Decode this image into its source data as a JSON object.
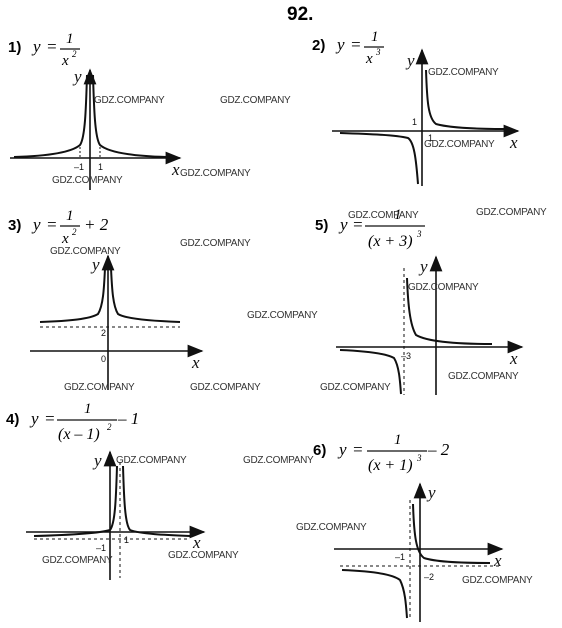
{
  "page_number": "92.",
  "watermark": "GDZ.COMPANY",
  "problems": [
    {
      "num": "1)",
      "y": "y",
      "eq_sign": "=",
      "numerator": "1",
      "denominator": "x",
      "denominator_exp": "2",
      "tail": "",
      "x_axis": "x",
      "y_axis": "y",
      "ticks": [
        "–1",
        "1"
      ]
    },
    {
      "num": "2)",
      "y": "y",
      "eq_sign": "=",
      "numerator": "1",
      "denominator": "x",
      "denominator_exp": "3",
      "tail": "",
      "x_axis": "x",
      "y_axis": "y",
      "ticks": [
        "1",
        "1"
      ]
    },
    {
      "num": "3)",
      "y": "y",
      "eq_sign": "=",
      "numerator": "1",
      "denominator": "x",
      "denominator_exp": "2",
      "tail": "+ 2",
      "x_axis": "x",
      "y_axis": "y",
      "ticks": [
        "2",
        "0"
      ]
    },
    {
      "num": "4)",
      "y": "y",
      "eq_sign": "=",
      "numerator": "1",
      "denominator": "(x – 1)",
      "denominator_exp": "2",
      "tail": "– 1",
      "x_axis": "x",
      "y_axis": "y",
      "ticks": [
        "–1",
        "1"
      ]
    },
    {
      "num": "5)",
      "y": "y",
      "eq_sign": "=",
      "numerator": "1",
      "denominator": "(x + 3)",
      "denominator_exp": "3",
      "tail": "",
      "x_axis": "x",
      "y_axis": "y",
      "ticks": [
        "–3"
      ]
    },
    {
      "num": "6)",
      "y": "y",
      "eq_sign": "=",
      "numerator": "1",
      "denominator": "(x + 1)",
      "denominator_exp": "3",
      "tail": "– 2",
      "x_axis": "x",
      "y_axis": "y",
      "ticks": [
        "–1",
        "–2"
      ]
    }
  ]
}
